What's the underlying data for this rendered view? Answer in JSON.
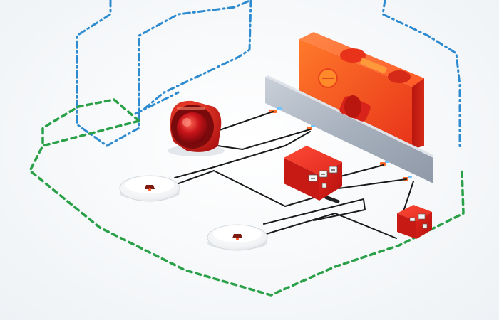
{
  "diagram": {
    "components": [
      {
        "id": "main-control-panel",
        "kind": "fire-alarm-control-panel",
        "icon": "control-panel-icon"
      },
      {
        "id": "mounting-rail",
        "kind": "terminal-rail",
        "icon": "rail-icon"
      },
      {
        "id": "alarm-bell",
        "kind": "alarm-sounder-bell",
        "icon": "bell-icon"
      },
      {
        "id": "smoke-detector-upper",
        "kind": "ceiling-smoke-detector",
        "icon": "smoke-detector-icon"
      },
      {
        "id": "smoke-detector-lower",
        "kind": "ceiling-smoke-detector",
        "icon": "smoke-detector-icon"
      },
      {
        "id": "junction-box",
        "kind": "addressable-module-box",
        "icon": "junction-box-icon"
      },
      {
        "id": "manual-call-point",
        "kind": "manual-call-point",
        "icon": "call-point-icon"
      }
    ],
    "connections": [
      {
        "from": "alarm-bell",
        "to": "mounting-rail"
      },
      {
        "from": "smoke-detector-upper",
        "to": "mounting-rail"
      },
      {
        "from": "smoke-detector-upper",
        "to": "junction-box"
      },
      {
        "from": "smoke-detector-lower",
        "to": "junction-box"
      },
      {
        "from": "junction-box",
        "to": "mounting-rail"
      },
      {
        "from": "junction-box",
        "to": "manual-call-point"
      },
      {
        "from": "manual-call-point",
        "to": "mounting-rail"
      }
    ],
    "boundaries": [
      {
        "id": "network-loop-blue",
        "style": "dash-dot",
        "color": "#2e8bd0"
      },
      {
        "id": "zone-boundary-green",
        "style": "dashed",
        "color": "#2aa148"
      }
    ],
    "colors": {
      "device_red": "#d8231a",
      "device_red_light": "#ff5a2a",
      "panel_orange": "#ff6b1a",
      "rail_gray": "#a4adba",
      "wire": "#1a1a1a",
      "terminal_blue": "#6fc3ff",
      "terminal_orange": "#ff6a2a",
      "detector_white": "#f4f5f6"
    }
  }
}
